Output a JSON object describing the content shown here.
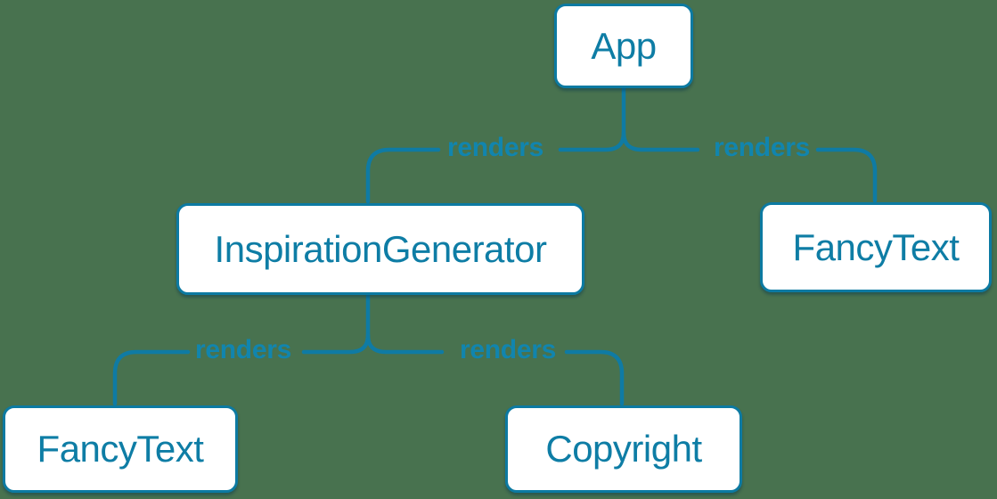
{
  "diagram": {
    "type": "component-render-tree",
    "background_color": "#48724f",
    "accent_color": "#0f7ba4",
    "node_fill_color": "#ffffff",
    "node_text_color": "#0e7da5",
    "nodes": [
      {
        "id": "app",
        "label": "App"
      },
      {
        "id": "inspiration-generator",
        "label": "InspirationGenerator"
      },
      {
        "id": "fancy-text-top",
        "label": "FancyText"
      },
      {
        "id": "fancy-text-bottom",
        "label": "FancyText"
      },
      {
        "id": "copyright",
        "label": "Copyright"
      }
    ],
    "edges": [
      {
        "from": "App",
        "to": "InspirationGenerator",
        "label": "renders"
      },
      {
        "from": "App",
        "to": "FancyText",
        "label": "renders"
      },
      {
        "from": "InspirationGenerator",
        "to": "FancyText",
        "label": "renders"
      },
      {
        "from": "InspirationGenerator",
        "to": "Copyright",
        "label": "renders"
      }
    ]
  }
}
